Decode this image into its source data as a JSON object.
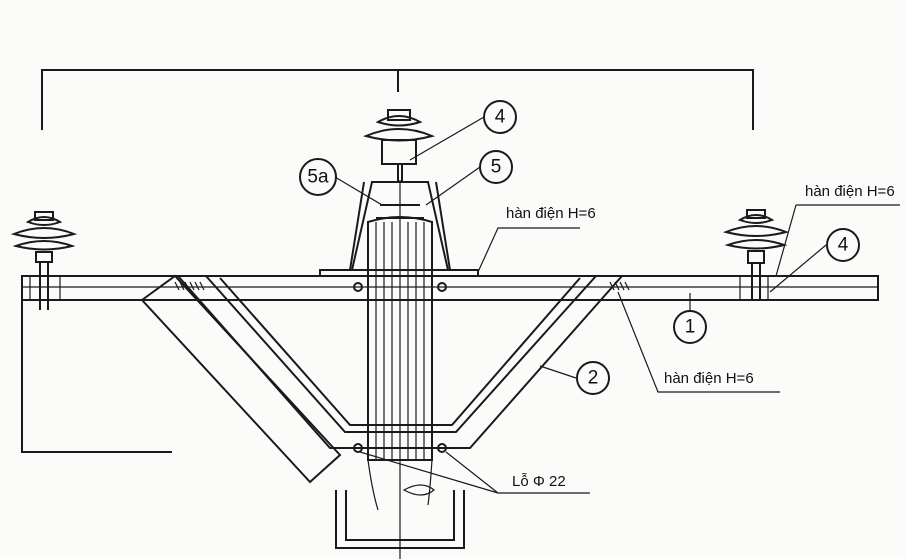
{
  "labels": {
    "weld_top": "hàn điện H=6",
    "weld_right_top": "hàn điện H=6",
    "weld_right_mid": "hàn điện H=6",
    "hole": "Lỗ Φ 22"
  },
  "callouts": {
    "c4_top": "4",
    "c5": "5",
    "c5a": "5a",
    "c4_right": "4",
    "c1": "1",
    "c2": "2"
  }
}
